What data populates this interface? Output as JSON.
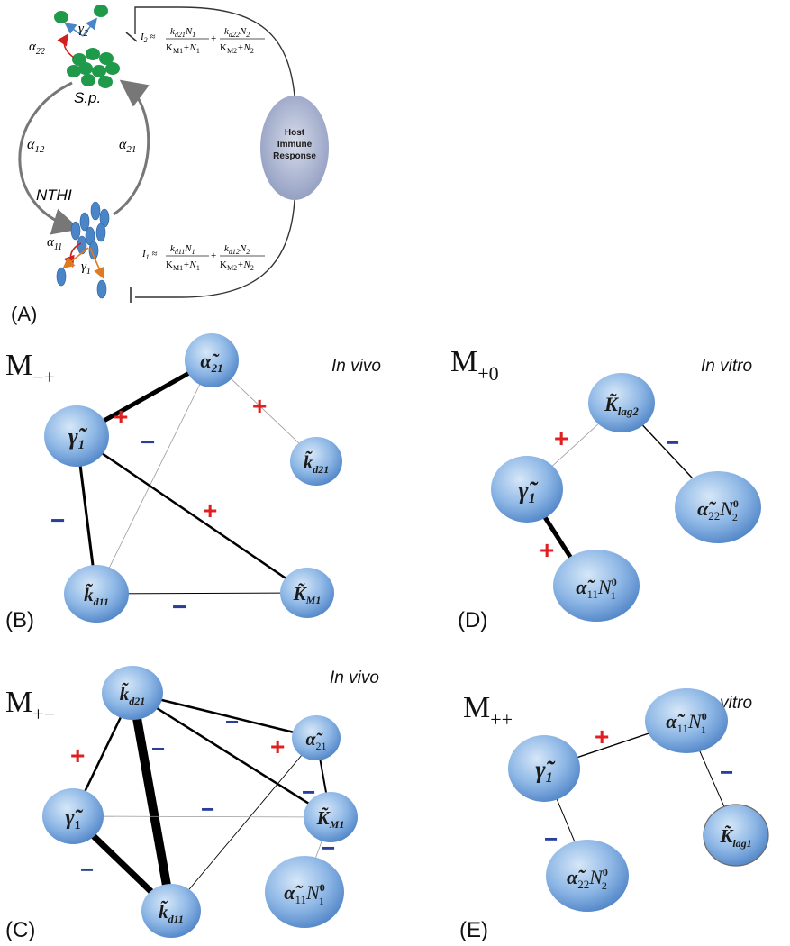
{
  "panel_labels": {
    "A": "(A)",
    "B": "(B)",
    "C": "(C)",
    "D": "(D)",
    "E": "(E)"
  },
  "panel_a": {
    "sp_label": "S.p.",
    "nthi_label": "NTHI",
    "host_label_1": "Host",
    "host_label_2": "Immune",
    "host_label_3": "Response",
    "alpha22": "α",
    "alpha22_sub": "22",
    "gamma2": "γ",
    "gamma2_sub": "2",
    "alpha12": "α",
    "alpha12_sub": "12",
    "alpha21": "α",
    "alpha21_sub": "21",
    "alpha11": "α",
    "alpha11_sub": "11",
    "gamma1": "γ",
    "gamma1_sub": "1",
    "i2_lhs": "I",
    "i2_lhs_sub": "2",
    "i2_approx": " ≈",
    "i2_num1": "k",
    "i2_num1_sub": "d21",
    "i2_num1_rest": "N",
    "i2_num1_rest_sub": "1",
    "i2_den1": "K",
    "i2_den1_sub": "M1",
    "i2_den1_rest": "+N",
    "i2_den1_rest_sub": "1",
    "i2_plus": "+",
    "i2_num2": "k",
    "i2_num2_sub": "d22",
    "i2_num2_rest": "N",
    "i2_num2_rest_sub": "2",
    "i2_den2": "K",
    "i2_den2_sub": "M2",
    "i2_den2_rest": "+N",
    "i2_den2_rest_sub": "2",
    "i1_lhs": "I",
    "i1_lhs_sub": "1",
    "i1_approx": " ≈",
    "i1_num1": "k",
    "i1_num1_sub": "d11",
    "i1_num1_rest": "N",
    "i1_num1_rest_sub": "1",
    "i1_den1": "K",
    "i1_den1_sub": "M1",
    "i1_den1_rest": "+N",
    "i1_den1_rest_sub": "1",
    "i1_plus": "+",
    "i1_num2": "k",
    "i1_num2_sub": "d12",
    "i1_num2_rest": "N",
    "i1_num2_rest_sub": "2",
    "i1_den2": "K",
    "i1_den2_sub": "M2",
    "i1_den2_rest": "+N",
    "i1_den2_rest_sub": "2"
  },
  "panel_b": {
    "model": "M",
    "model_sub": "−+",
    "context": "In vivo",
    "nodes": {
      "alpha21": {
        "sym": "α̃",
        "sub": "21"
      },
      "gamma1": {
        "sym": "γ̃",
        "sub": "1"
      },
      "kd21": {
        "sym": "k̃",
        "sub": "d21"
      },
      "kd11": {
        "sym": "k̃",
        "sub": "d11"
      },
      "km1": {
        "sym": "K̃",
        "sub": "M1"
      }
    },
    "signs": [
      "+",
      "+",
      "−",
      "+",
      "−",
      "−"
    ]
  },
  "panel_c": {
    "model": "M",
    "model_sub": "+−",
    "context": "In vivo",
    "nodes": {
      "kd21": {
        "sym": "k̃",
        "sub": "d21"
      },
      "alpha21": {
        "sym": "α̃",
        "sub": "21"
      },
      "gamma1": {
        "sym": "γ̃",
        "sub": "1"
      },
      "km1": {
        "sym": "K̃",
        "sub": "M1"
      },
      "kd11": {
        "sym": "k̃",
        "sub": "d11"
      },
      "alpha11n1": {
        "sym": "α̃",
        "sub": "11",
        "n": "N",
        "n_sup": "0",
        "n_sub": "1"
      }
    },
    "signs": [
      "+",
      "−",
      "−",
      "+",
      "−",
      "−",
      "−",
      "−"
    ]
  },
  "panel_d": {
    "model": "M",
    "model_sub": "+0",
    "context": "In vitro",
    "nodes": {
      "klag2": {
        "sym": "K̃",
        "sub": "lag2"
      },
      "gamma1": {
        "sym": "γ̃",
        "sub": "1"
      },
      "alpha22n2": {
        "sym": "α̃",
        "sub": "22",
        "n": "N",
        "n_sup": "0",
        "n_sub": "2"
      },
      "alpha11n1": {
        "sym": "α̃",
        "sub": "11",
        "n": "N",
        "n_sup": "0",
        "n_sub": "1"
      }
    },
    "signs": [
      "+",
      "−",
      "+"
    ]
  },
  "panel_e": {
    "model": "M",
    "model_sub": "++",
    "context": "In vitro",
    "nodes": {
      "alpha11n1": {
        "sym": "α̃",
        "sub": "11",
        "n": "N",
        "n_sup": "0",
        "n_sub": "1"
      },
      "gamma1": {
        "sym": "γ̃",
        "sub": "1"
      },
      "klag1": {
        "sym": "K̃",
        "sub": "lag1"
      },
      "alpha22n2": {
        "sym": "α̃",
        "sub": "22",
        "n": "N",
        "n_sup": "0",
        "n_sub": "2"
      }
    },
    "signs": [
      "+",
      "−",
      "−"
    ]
  },
  "colors": {
    "node_fill_light": "#bcd7f2",
    "node_fill_dark": "#5b8fcf",
    "green_cell": "#1f9a4a",
    "blue_cell": "#4a86c7",
    "plus": "#e02020",
    "minus": "#2a3f9a",
    "host_fill": "#a8b2d0"
  }
}
